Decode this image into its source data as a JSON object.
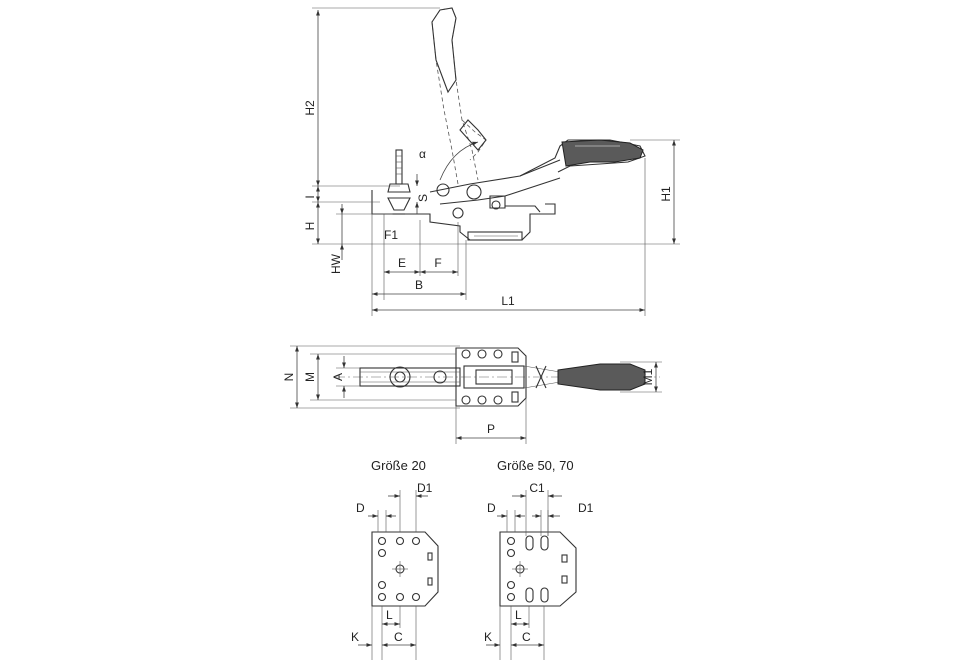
{
  "side_view": {
    "labels": {
      "H2": "H2",
      "H1": "H1",
      "H": "H",
      "I": "I",
      "S": "S",
      "HW": "HW",
      "F1": "F1",
      "E": "E",
      "F": "F",
      "B": "B",
      "L1": "L1",
      "alpha": "α"
    }
  },
  "top_view": {
    "labels": {
      "N": "N",
      "M": "M",
      "A": "A",
      "M1": "M1",
      "P": "P"
    }
  },
  "detail_20": {
    "title": "Größe 20",
    "labels": {
      "D1": "D1",
      "D": "D",
      "L": "L",
      "K": "K",
      "C": "C"
    }
  },
  "detail_50_70": {
    "title": "Größe 50, 70",
    "labels": {
      "C1": "C1",
      "D": "D",
      "D1": "D1",
      "L": "L",
      "K": "K",
      "C": "C"
    }
  }
}
